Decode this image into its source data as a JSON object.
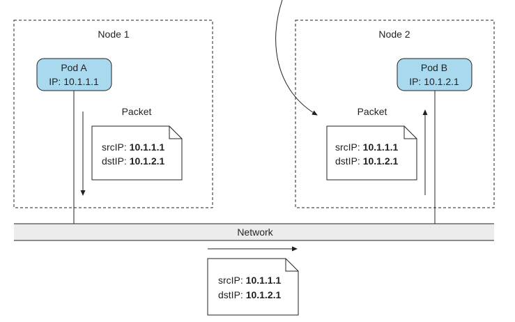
{
  "node1": {
    "title": "Node 1",
    "pod": {
      "name": "Pod A",
      "ip": "IP: 10.1.1.1"
    },
    "packet_title": "Packet",
    "packet": {
      "src_label": "srcIP: ",
      "src_value": "10.1.1.1",
      "dst_label": "dstIP: ",
      "dst_value": "10.1.2.1"
    }
  },
  "node2": {
    "title": "Node 2",
    "pod": {
      "name": "Pod B",
      "ip": "IP: 10.1.2.1"
    },
    "packet_title": "Packet",
    "packet": {
      "src_label": "srcIP: ",
      "src_value": "10.1.1.1",
      "dst_label": "dstIP: ",
      "dst_value": "10.1.2.1"
    }
  },
  "network": {
    "label": "Network",
    "packet": {
      "src_label": "srcIP: ",
      "src_value": "10.1.1.1",
      "dst_label": "dstIP: ",
      "dst_value": "10.1.2.1"
    }
  },
  "colors": {
    "pod_fill": "#a9d9ef",
    "network_fill": "#ececec",
    "line": "#231f20"
  }
}
